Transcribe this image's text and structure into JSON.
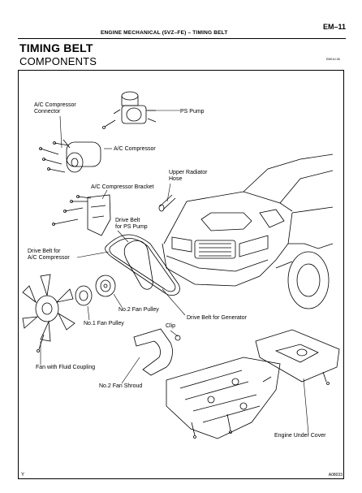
{
  "header": {
    "section": "ENGINE MECHANICAL (5VZ–FE)  –  TIMING BELT",
    "page": "EM–11"
  },
  "title": "TIMING BELT",
  "subtitle": "COMPONENTS",
  "top_code": "EM01U-06",
  "labels": {
    "ac_connector": "A/C Compressor\nConnector",
    "ps_pump": "PS Pump",
    "ac_compressor": "A/C Compressor",
    "upper_hose": "Upper Radiator\nHose",
    "ac_bracket": "A/C Compressor Bracket",
    "belt_ps": "Drive Belt\nfor PS Pump",
    "belt_ac": "Drive Belt for\nA/C Compressor",
    "no2_fan_pulley": "No.2 Fan Pulley",
    "belt_gen": "Drive Belt for Generator",
    "no1_fan_pulley": "No.1 Fan Pulley",
    "clip": "Clip",
    "fan": "Fan with Fluid Coupling",
    "shroud": "No.2 Fan Shroud",
    "under_cover": "Engine Under Cover"
  },
  "footer": {
    "left_mark": "Y",
    "figure_code": "A08033"
  }
}
